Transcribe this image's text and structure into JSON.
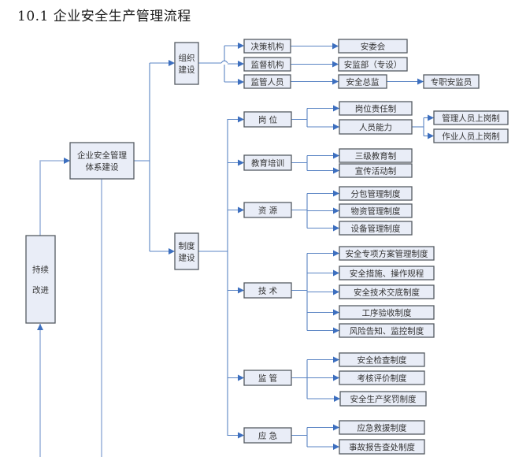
{
  "title": "10.1 企业安全生产管理流程",
  "colors": {
    "node_fill": "#e9edf7",
    "node_border": "#555a62",
    "connector": "#5b85c4",
    "arrow": "#3d6fbf"
  },
  "nodes": {
    "continuous_improvement": [
      "持续",
      "改进"
    ],
    "system_building": [
      "企业安全管理",
      "体系建设"
    ],
    "org_building": [
      "组织",
      "建设"
    ],
    "policy_building": [
      "制度",
      "建设"
    ],
    "decision_body": "决策机构",
    "supervision_body": "监督机构",
    "supervision_staff": "监管人员",
    "safety_committee": "安委会",
    "safety_dept": "安监部（专设）",
    "safety_director": "安全总监",
    "fulltime_inspector": "专职安监员",
    "post": "岗 位",
    "training": "教育培训",
    "resources": "资 源",
    "technology": "技 术",
    "supervision": "监 管",
    "emergency": "应 急",
    "post_responsibility": "岗位责任制",
    "staff_capability": "人员能力",
    "manager_cert": "管理人员上岗制",
    "worker_cert": "作业人员上岗制",
    "three_level_edu": "三级教育制",
    "publicity": "宣传活动制",
    "subcontract_mgmt": "分包管理制度",
    "material_mgmt": "物资管理制度",
    "equipment_mgmt": "设备管理制度",
    "special_plan": "安全专项方案管理制度",
    "safety_measures": "安全措施、操作规程",
    "tech_briefing": "安全技术交底制度",
    "process_acceptance": "工序验收制度",
    "risk_notice": "风险告知、监控制度",
    "safety_inspection": "安全检查制度",
    "assessment": "考核评价制度",
    "reward_penalty": "安全生产奖罚制度",
    "emergency_rescue": "应急救援制度",
    "accident_report": "事故报告查处制度"
  }
}
